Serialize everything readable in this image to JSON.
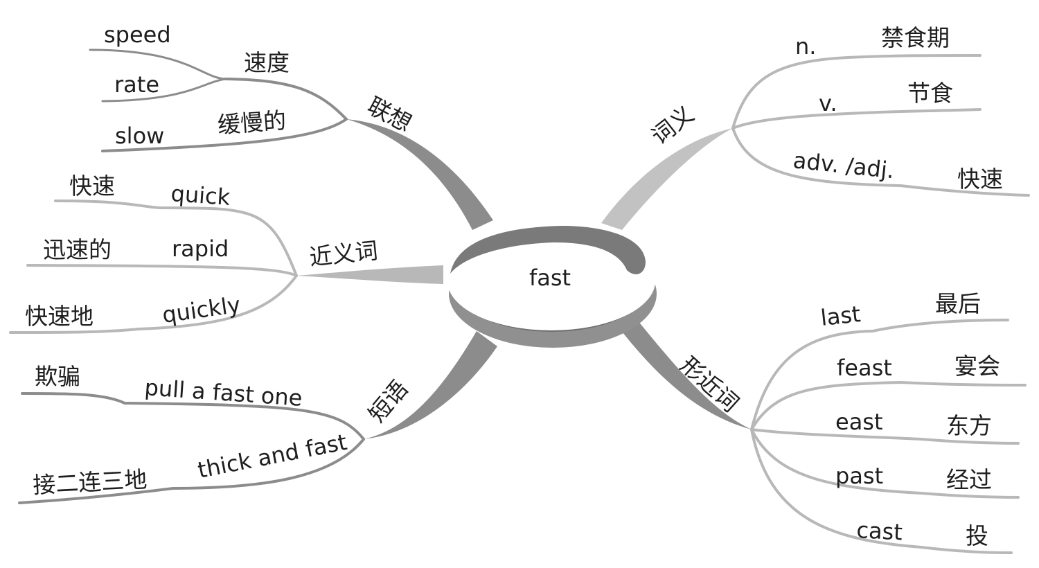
{
  "center": {
    "word": "fast"
  },
  "branches": {
    "association": {
      "label": "联想",
      "groups": [
        {
          "label": "速度",
          "leaves": [
            "speed",
            "rate"
          ]
        },
        {
          "label": "缓慢的",
          "leaves": [
            "slow"
          ]
        }
      ]
    },
    "synonyms": {
      "label": "近义词",
      "items": [
        {
          "word": "quick",
          "meaning": "快速"
        },
        {
          "word": "rapid",
          "meaning": "迅速的"
        },
        {
          "word": "quickly",
          "meaning": "快速地"
        }
      ]
    },
    "phrases": {
      "label": "短语",
      "items": [
        {
          "phrase": "pull a fast one",
          "meaning": "欺骗"
        },
        {
          "phrase": "thick and fast",
          "meaning": "接二连三地"
        }
      ]
    },
    "meanings": {
      "label": "词义",
      "items": [
        {
          "pos": "n.",
          "meaning": "禁食期"
        },
        {
          "pos": "v.",
          "meaning": "节食"
        },
        {
          "pos": "adv. /adj.",
          "meaning": "快速"
        }
      ]
    },
    "similar_words": {
      "label": "形近词",
      "items": [
        {
          "word": "last",
          "meaning": "最后"
        },
        {
          "word": "feast",
          "meaning": "宴会"
        },
        {
          "word": "east",
          "meaning": "东方"
        },
        {
          "word": "past",
          "meaning": "经过"
        },
        {
          "word": "cast",
          "meaning": "投"
        }
      ]
    }
  },
  "colors": {
    "dark_branch": "#8c8c8c",
    "light_branch": "#b8b8b8",
    "text": "#1e1e1e"
  }
}
